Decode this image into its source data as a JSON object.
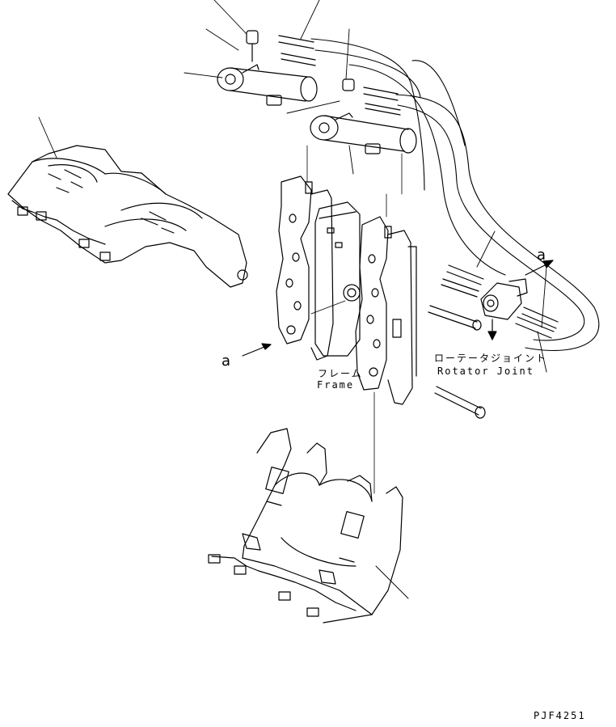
{
  "labels": {
    "frame_jp": "フレーム",
    "frame_en": "Frame",
    "rotator_jp": "ローテータジョイント",
    "rotator_en": "Rotator Joint",
    "view_a_left": "a",
    "view_a_right": "a",
    "drawing_code": "PJF4251"
  }
}
